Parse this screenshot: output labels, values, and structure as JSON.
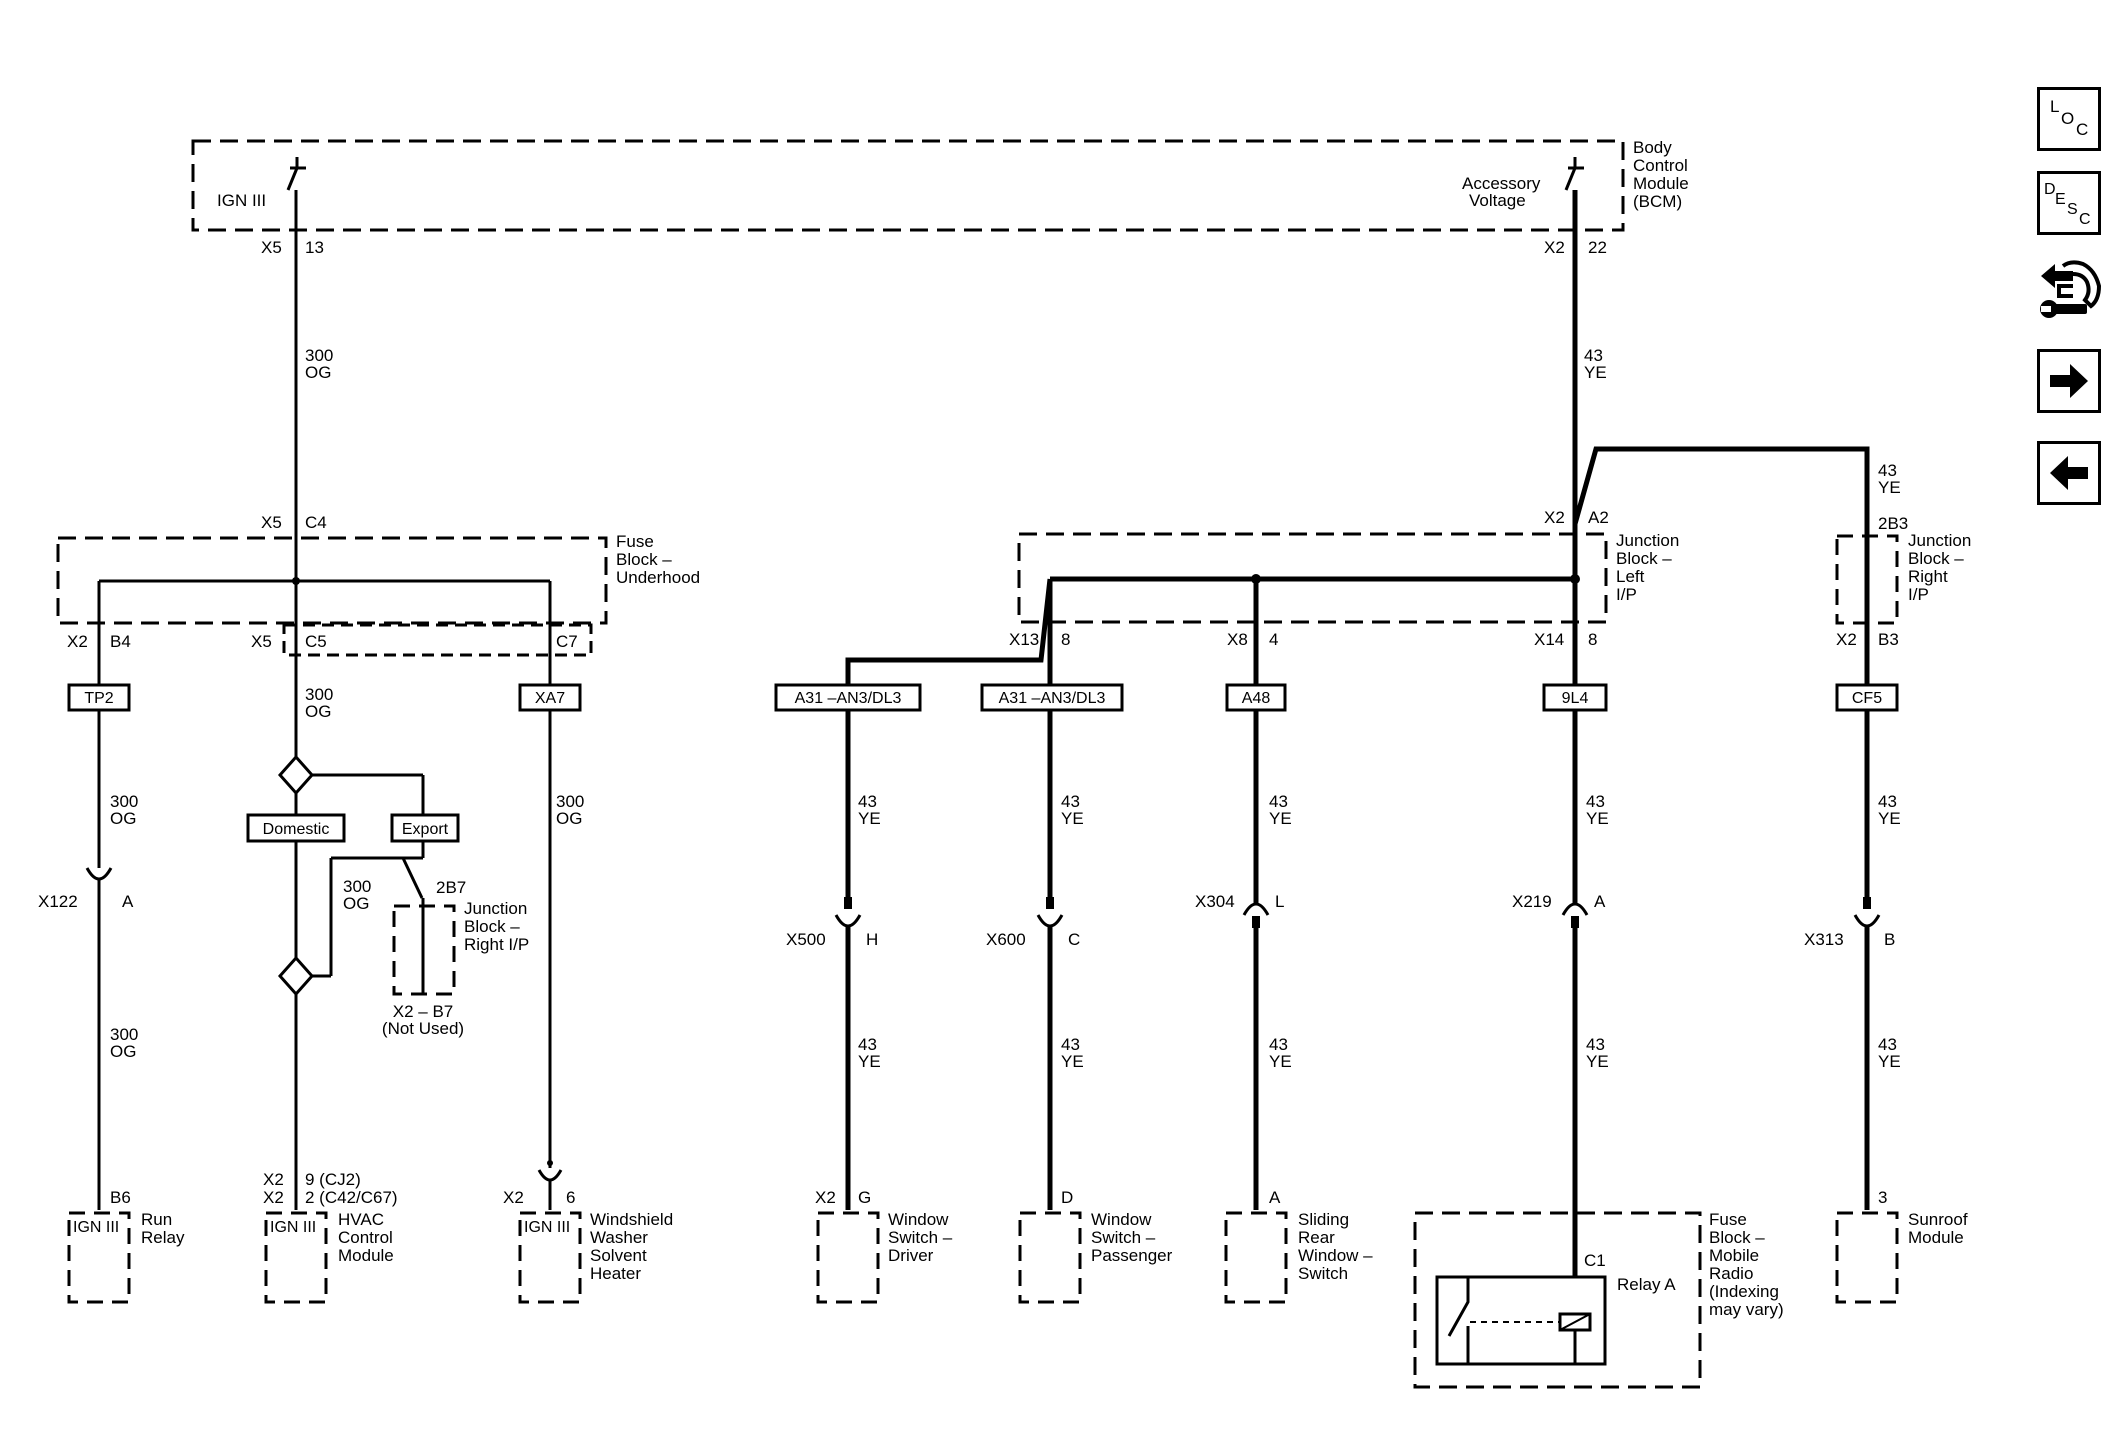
{
  "bcm": {
    "ign3": "IGN III",
    "acc1": "Accessory",
    "acc2": "Voltage",
    "title": [
      "Body",
      "Control",
      "Module",
      "(BCM)"
    ],
    "x5": "X5",
    "pin13": "13",
    "x2": "X2",
    "pin22": "22"
  },
  "wires": {
    "og_gauge": "300",
    "og_color": "OG",
    "ye_gauge": "43",
    "ye_color": "YE"
  },
  "fuse_block": {
    "conn_top": "X5",
    "pin_top": "C4",
    "title": [
      "Fuse",
      "Block –",
      "Underhood"
    ],
    "x2": "X2",
    "b4": "B4",
    "x5": "X5",
    "c5": "C5",
    "c7": "C7"
  },
  "fuses": {
    "tp2": "TP2",
    "xa7": "XA7",
    "a31a": "A31 –AN3/DL3",
    "a31b": "A31 –AN3/DL3",
    "a48": "A48",
    "9l4": "9L4",
    "cf5": "CF5"
  },
  "options": {
    "domestic": "Domestic",
    "export": "Export"
  },
  "jb_rip_small": {
    "pin": "2B7",
    "title": [
      "Junction",
      "Block –",
      "Right I/P"
    ],
    "note1": "X2 – B7",
    "note2": "(Not Used)"
  },
  "jb_lip": {
    "x2": "X2",
    "a2": "A2",
    "title": [
      "Junction",
      "Block –",
      "Left",
      "I/P"
    ],
    "x13": "X13",
    "p8a": "8",
    "x8": "X8",
    "p4": "4",
    "x14": "X14",
    "p8b": "8"
  },
  "jb_rip": {
    "pin": "2B3",
    "title": [
      "Junction",
      "Block –",
      "Right",
      "I/P"
    ],
    "x2": "X2",
    "b3": "B3"
  },
  "inline": {
    "x122": "X122",
    "x122_pin": "A",
    "x500": "X500",
    "x500_pin": "H",
    "x600": "X600",
    "x600_pin": "C",
    "x304": "X304",
    "x304_pin": "L",
    "x219": "X219",
    "x219_pin": "A",
    "x313": "X313",
    "x313_pin": "B"
  },
  "loads": {
    "run_relay": {
      "pin": "B6",
      "ign": "IGN III",
      "title": [
        "Run",
        "Relay"
      ]
    },
    "hvac": {
      "c1": "X2",
      "p1": "9 (CJ2)",
      "c2": "X2",
      "p2": "2 (C42/C67)",
      "ign": "IGN III",
      "title": [
        "HVAC",
        "Control",
        "Module"
      ]
    },
    "washer": {
      "conn": "X2",
      "pin": "6",
      "ign": "IGN III",
      "title": [
        "Windshield",
        "Washer",
        "Solvent",
        "Heater"
      ]
    },
    "ws_driver": {
      "conn": "X2",
      "pin": "G",
      "title": [
        "Window",
        "Switch –",
        "Driver"
      ]
    },
    "ws_pass": {
      "pin": "D",
      "title": [
        "Window",
        "Switch –",
        "Passenger"
      ]
    },
    "sliding": {
      "pin": "A",
      "title": [
        "Sliding",
        "Rear",
        "Window –",
        "Switch"
      ]
    },
    "mobile": {
      "pin": "C1",
      "relay": "Relay A",
      "title": [
        "Fuse",
        "Block –",
        "Mobile",
        "Radio",
        "(Indexing",
        "may vary)"
      ]
    },
    "sunroof": {
      "pin": "3",
      "title": [
        "Sunroof",
        "Module"
      ]
    }
  },
  "nav": {
    "loc": [
      "L",
      "O",
      "C"
    ],
    "desc": [
      "D",
      "E",
      "S",
      "C"
    ]
  },
  "colors": {
    "line": "#000000",
    "background": "#ffffff"
  }
}
